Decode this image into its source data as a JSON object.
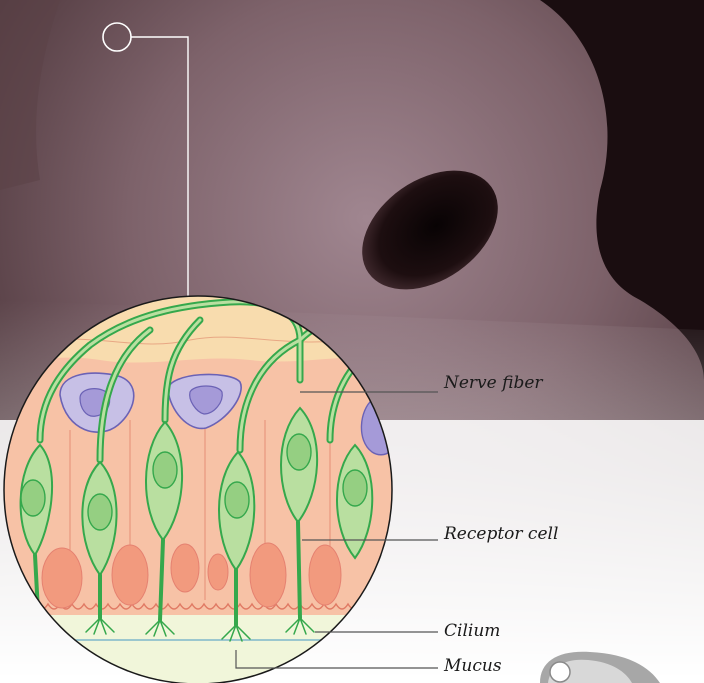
{
  "diagram": {
    "labels": {
      "nerve_fiber": "Nerve fiber",
      "receptor_cell": "Receptor cell",
      "cilium": "Cilium",
      "mucus": "Mucus"
    },
    "colors": {
      "skin_dark": "#1c0f12",
      "skin_light": "#8a6c72",
      "epithelium": "#f7c2a6",
      "upper_layer": "#f8dcae",
      "receptor_fill": "#b9dfa0",
      "receptor_outline": "#35a84c",
      "nucleus_fill": "#f29a7e",
      "support_cell_fill": "#c7c0e6",
      "support_cell_outline": "#6b62b5",
      "mucus_layer": "#f1f6da",
      "leader_line": "#555555"
    }
  }
}
